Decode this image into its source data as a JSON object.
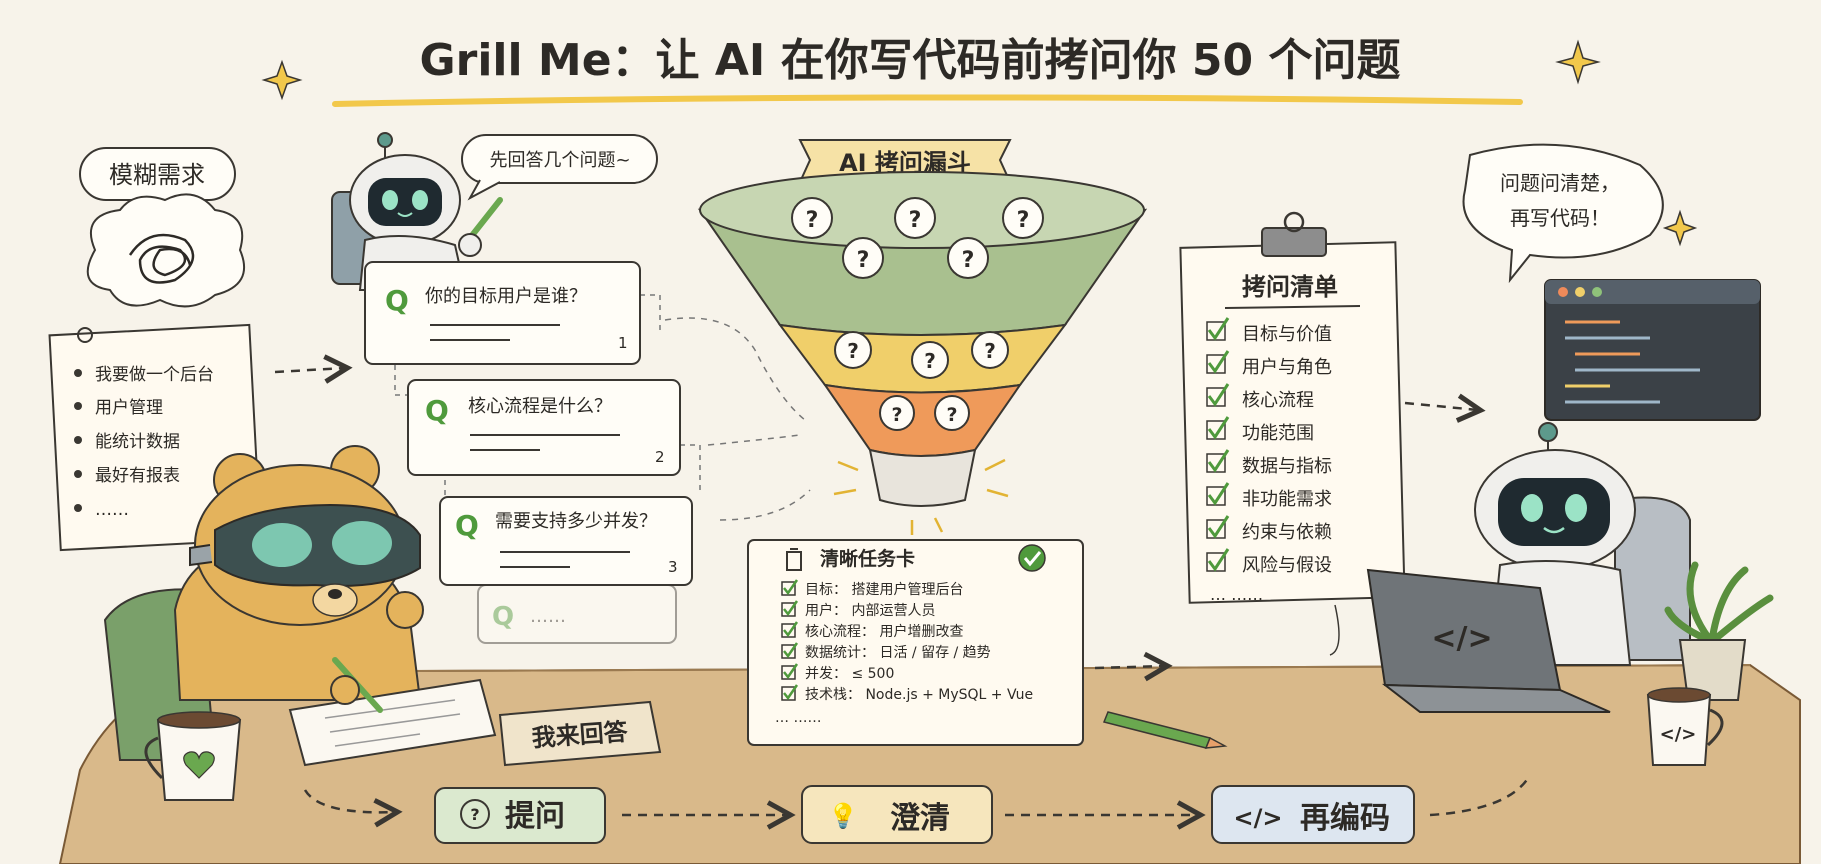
{
  "title": "Grill Me：让 AI 在你写代码前拷问你 50 个问题",
  "vague": {
    "label": "模糊需求",
    "items": [
      "我要做一个后台",
      "用户管理",
      "能统计数据",
      "最好有报表",
      "……"
    ]
  },
  "robot_left": {
    "bubble": "先回答几个问题~"
  },
  "questions": [
    {
      "q": "Q",
      "text": "你的目标用户是谁？",
      "num": "1"
    },
    {
      "q": "Q",
      "text": "核心流程是什么？",
      "num": "2"
    },
    {
      "q": "Q",
      "text": "需要支持多少并发？",
      "num": "3"
    },
    {
      "q": "Q",
      "text": "……",
      "num": ""
    }
  ],
  "funnel": {
    "label": "AI 拷问漏斗",
    "qmark": "?"
  },
  "task_card": {
    "title": "清晰任务卡",
    "rows": [
      "目标： 搭建用户管理后台",
      "用户： 内部运营人员",
      "核心流程： 用户增删改查",
      "数据统计： 日活 / 留存 / 趋势",
      "并发： ≤ 500",
      "技术栈： Node.js + MySQL + Vue"
    ],
    "more": "…  ……"
  },
  "checklist": {
    "title": "拷问清单",
    "items": [
      "目标与价值",
      "用户与角色",
      "核心流程",
      "功能范围",
      "数据与指标",
      "非功能需求",
      "约束与依赖",
      "风险与假设"
    ],
    "more": "…  ……"
  },
  "robot_right": {
    "bubble_line1": "问题问清楚，",
    "bubble_line2": "再写代码！"
  },
  "laptop_code": "</>",
  "mug_code": "</>",
  "answer_sign": "我来回答",
  "steps": [
    {
      "icon": "?",
      "label": "提问",
      "color": "#dbe9cf"
    },
    {
      "icon": "💡",
      "label": "澄清",
      "color": "#f6e6bd"
    },
    {
      "icon": "</>",
      "label": "再编码",
      "color": "#dde6f0"
    }
  ],
  "colors": {
    "accent_green": "#4f9a3c",
    "funnel_green": "#a9c08f",
    "funnel_yellow": "#f0cf6a",
    "funnel_orange": "#ef9a5a",
    "title_underline": "#f2c84b"
  }
}
